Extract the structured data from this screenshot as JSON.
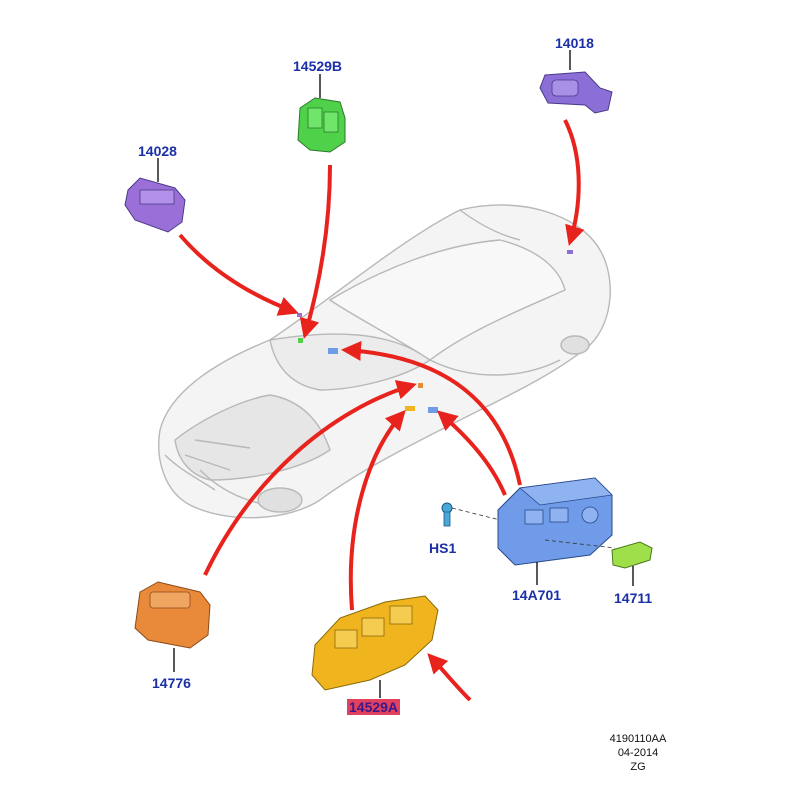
{
  "parts": {
    "p14018": {
      "label": "14018",
      "color": "#8b6fd6"
    },
    "p14529B": {
      "label": "14529B",
      "color": "#4fd14a"
    },
    "p14028": {
      "label": "14028",
      "color": "#9b6fd8"
    },
    "pHS1": {
      "label": "HS1",
      "color": "#4aa8d8"
    },
    "p14A701": {
      "label": "14A701",
      "color": "#6f9be8"
    },
    "p14711": {
      "label": "14711",
      "color": "#9fe04a"
    },
    "p14776": {
      "label": "14776",
      "color": "#e88a3a"
    },
    "p14529A": {
      "label": "14529A",
      "color": "#f0b41e"
    }
  },
  "reference": {
    "code": "4190110AA",
    "date": "04-2014",
    "initials": "ZG"
  },
  "colors": {
    "arrow": "#e8221c",
    "label": "#1a2fa8",
    "highlight": "#e2405f",
    "car_outline": "#b8b8b8"
  }
}
